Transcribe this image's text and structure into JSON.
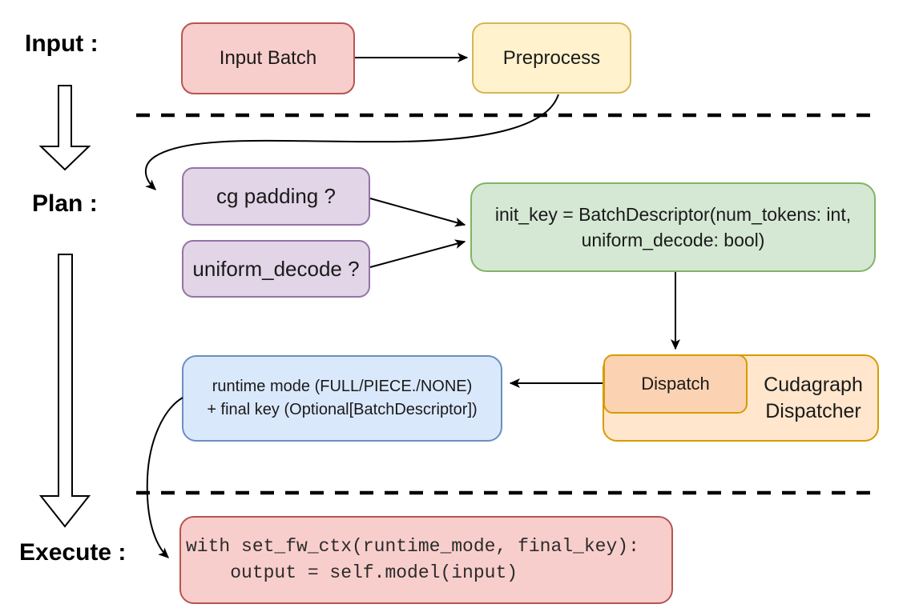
{
  "diagram": {
    "background": "#ffffff",
    "connector_color": "#000000",
    "stages": {
      "input": "Input :",
      "plan": "Plan :",
      "execute": "Execute :"
    },
    "nodes": {
      "input_batch": {
        "label": "Input Batch",
        "fill": "#f8cecc",
        "stroke": "#b85450"
      },
      "preprocess": {
        "label": "Preprocess",
        "fill": "#fff2cc",
        "stroke": "#d6b656"
      },
      "cg_padding": {
        "label": "cg padding ?",
        "fill": "#e1d5e7",
        "stroke": "#9673a6"
      },
      "uniform_decode": {
        "label": "uniform_decode ?",
        "fill": "#e1d5e7",
        "stroke": "#9673a6"
      },
      "init_key": {
        "line1": "init_key = BatchDescriptor(num_tokens: int,",
        "line2": "uniform_decode: bool)",
        "fill": "#d5e8d4",
        "stroke": "#82b366"
      },
      "dispatch": {
        "label": "Dispatch",
        "fill": "#fbd3b2",
        "stroke": "#d79b00"
      },
      "cudagraph_dispatcher": {
        "line1": "Cudagraph",
        "line2": "Dispatcher",
        "fill": "#ffe6cc",
        "stroke": "#d79b00"
      },
      "runtime_mode": {
        "line1": "runtime mode (FULL/PIECE./NONE)",
        "line2": "+ final key (Optional[BatchDescriptor])",
        "fill": "#dae8fc",
        "stroke": "#6c8ebf"
      },
      "execute_code": {
        "line1": "with set_fw_ctx(runtime_mode, final_key):",
        "line2": "    output = self.model(input)",
        "fill": "#f8cecc",
        "stroke": "#b85450"
      }
    }
  }
}
